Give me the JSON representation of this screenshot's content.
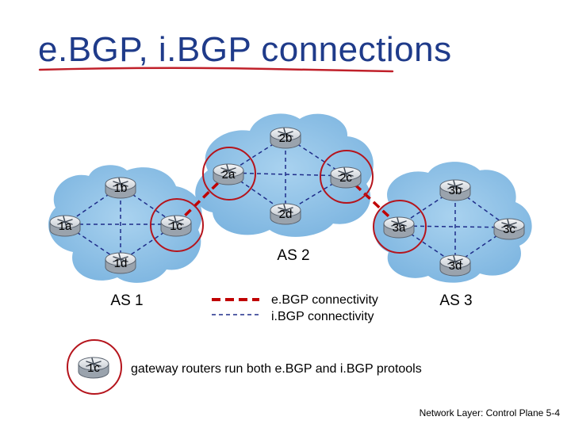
{
  "slide": {
    "title": "e.BGP, i.BGP connections",
    "footer": "Network Layer: Control Plane 5-4"
  },
  "diagram": {
    "as_labels": [
      "AS 1",
      "AS 2",
      "AS 3"
    ],
    "routers": {
      "r1a": "1a",
      "r1b": "1b",
      "r1c": "1c",
      "r1d": "1d",
      "r2a": "2a",
      "r2b": "2b",
      "r2c": "2c",
      "r2d": "2d",
      "r3a": "3a",
      "r3b": "3b",
      "r3c": "3c",
      "r3d": "3d"
    },
    "legend": {
      "ebgp": "e.BGP connectivity",
      "ibgp": "i.BGP connectivity",
      "gateway_example_router": "1c",
      "gateway_note": "gateway routers run both e.BGP and i.BGP protools"
    },
    "colors": {
      "cloud": "#8ec1e6",
      "cloud_shade": "#6aa7d6",
      "ebgp": "#c00000",
      "ibgp": "#1f2d8a",
      "gateway_circle": "#b5141c",
      "title": "#1f3b8a"
    }
  }
}
